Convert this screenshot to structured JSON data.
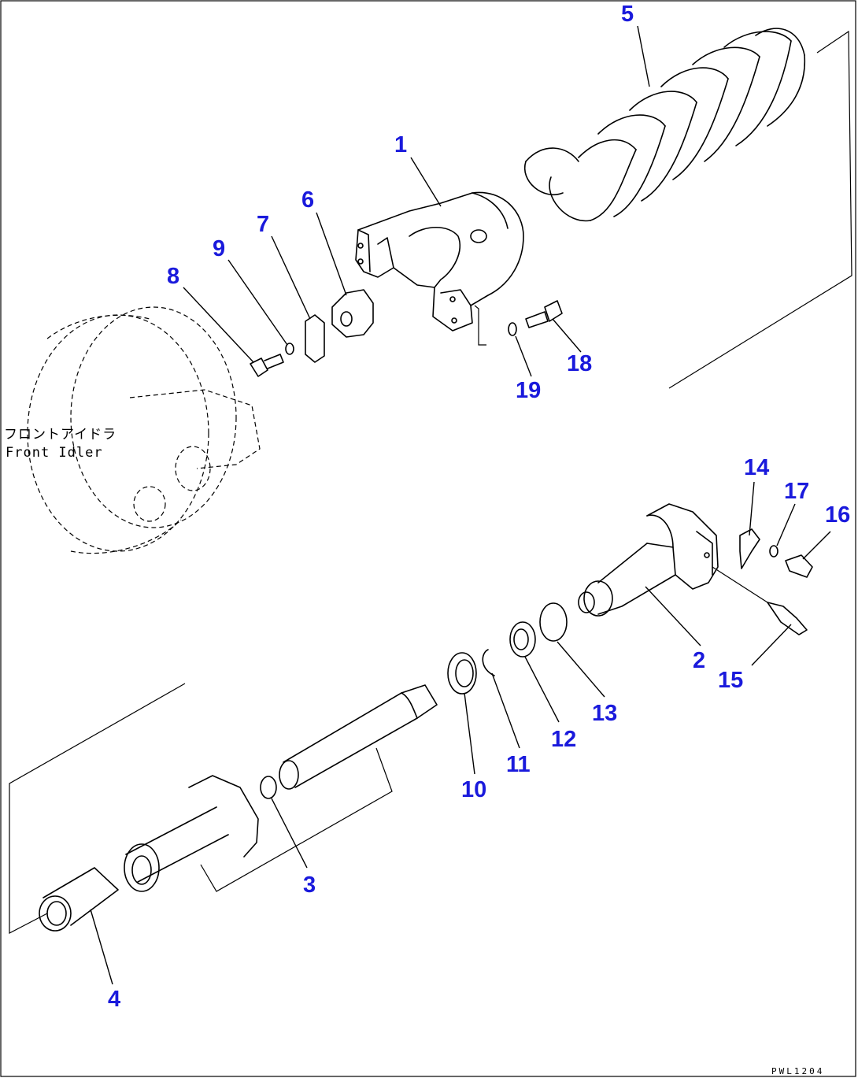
{
  "labels": {
    "p1": "1",
    "p2": "2",
    "p3": "3",
    "p4": "4",
    "p5": "5",
    "p6": "6",
    "p7": "7",
    "p8": "8",
    "p9": "9",
    "p10": "10",
    "p11": "11",
    "p12": "12",
    "p13": "13",
    "p14": "14",
    "p15": "15",
    "p16": "16",
    "p17": "17",
    "p18": "18",
    "p19": "19"
  },
  "annotation": {
    "jp": "フロントアイドラ",
    "en": "Front Idler"
  },
  "drawing_code": "PWL1204",
  "colors": {
    "callout": "#1a1adc",
    "line": "#000000"
  }
}
